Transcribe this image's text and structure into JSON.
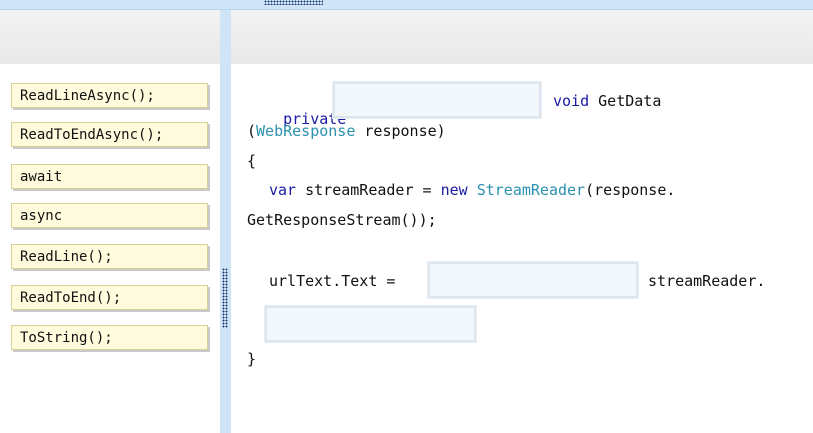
{
  "answer_choices": [
    "ReadLineAsync();",
    "ReadToEndAsync();",
    "await",
    "async",
    "ReadLine();",
    "ReadToEnd();",
    "ToString();"
  ],
  "code": {
    "kw_private": "private",
    "kw_void_getdata": "void",
    "getdata": " GetData",
    "paren_open": "(",
    "type_webresponse": "WebResponse",
    "param_response": " response)",
    "brace_open": "{",
    "kw_var": "var",
    "streamreader_decl": " streamReader = ",
    "kw_new": "new",
    "type_streamreader": "StreamReader",
    "ctor_arg": "(response.",
    "getresponsestream": "GetResponseStream());",
    "urltext_assign": "urlText.Text =",
    "streamreader_dot": "streamReader.",
    "brace_close": "}"
  },
  "colors": {
    "keyword": "#1a1aa6",
    "type": "#2b91af",
    "token_bg": "#fffbdc",
    "slot_bg": "#f2f7fc",
    "splitter": "#cfe4f7"
  }
}
